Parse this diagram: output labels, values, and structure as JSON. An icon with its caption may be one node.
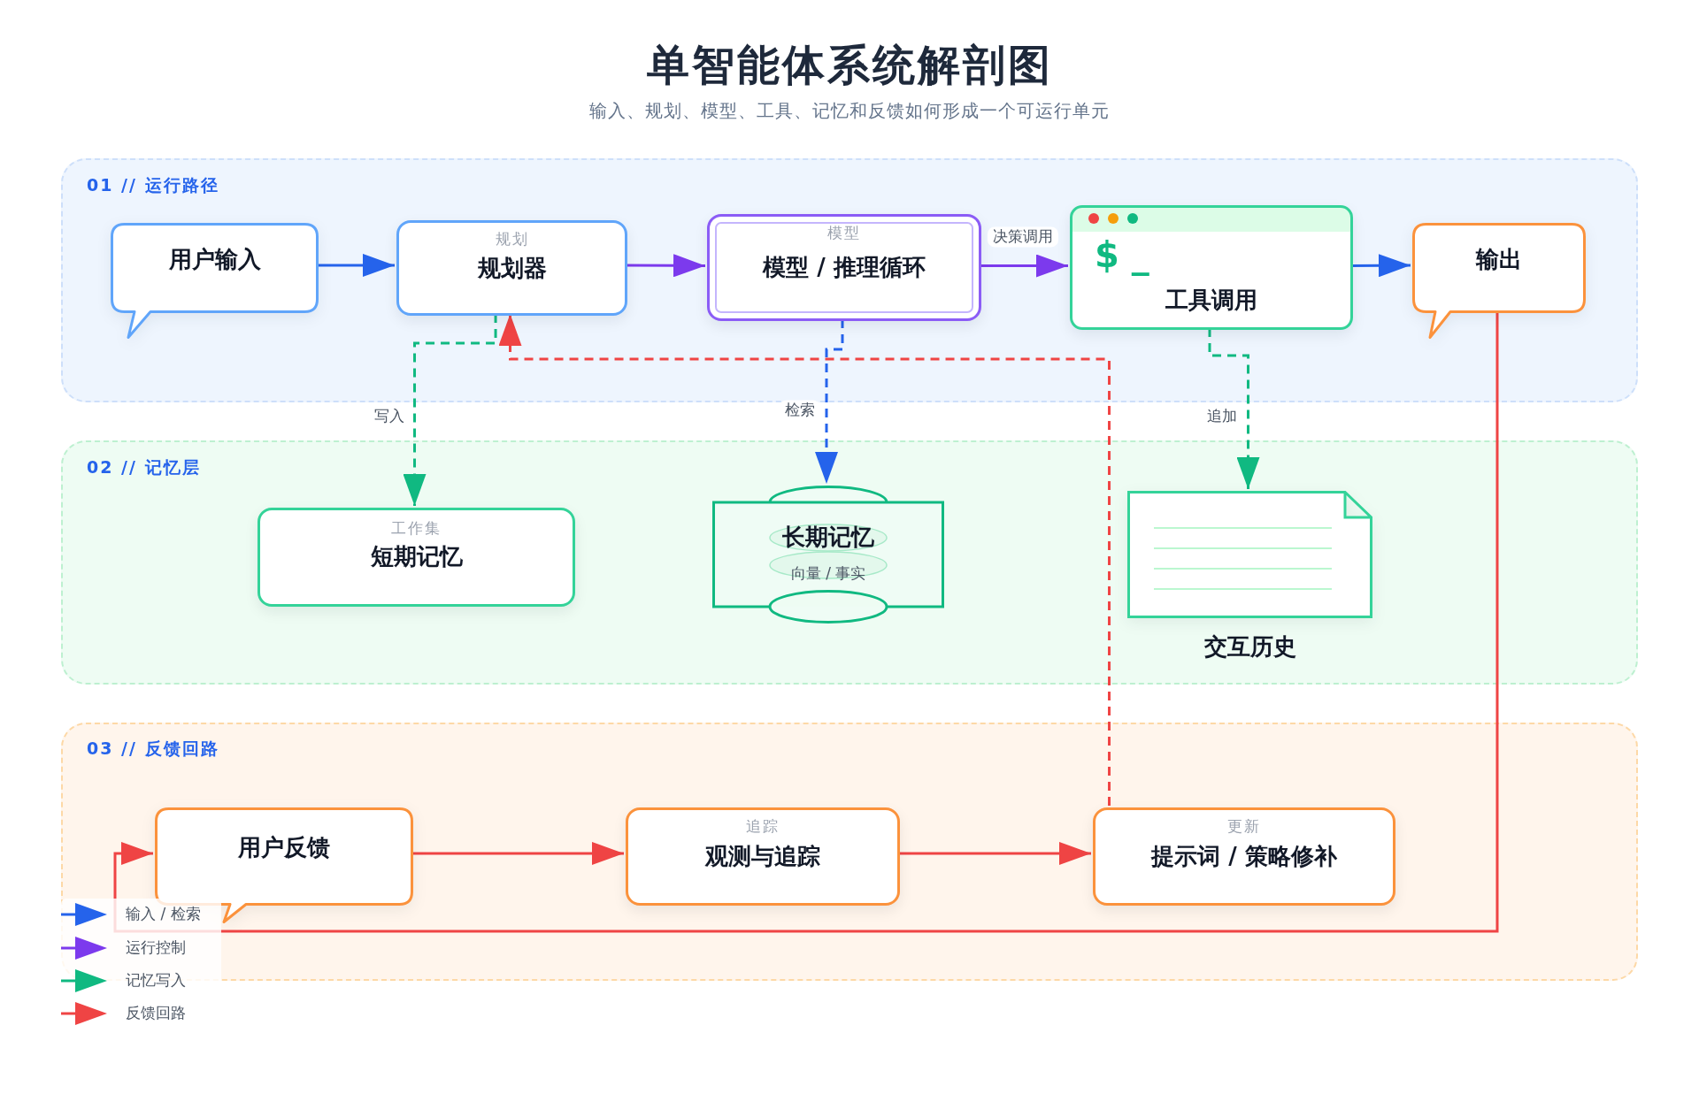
{
  "diagram": {
    "title": "单智能体系统解剖图",
    "nodes": [
      {
        "text": [
          "01 // 运行路径"
        ]
      },
      {
        "text": [
          "用户输入"
        ],
        "in": 0
      },
      {
        "text": [
          "规划",
          "规划器"
        ],
        "in": 0
      },
      {
        "text": [
          "模型",
          "模型 / 推理循环"
        ],
        "in": 0
      },
      {
        "text": [
          "$ _",
          "工具调用"
        ],
        "in": 0
      },
      {
        "text": [
          "输出"
        ],
        "in": 0
      },
      {
        "text": [
          "02 // 记忆层"
        ]
      },
      {
        "text": [
          "工作集",
          "短期记忆"
        ],
        "in": 6
      },
      {
        "text": [
          "长期记忆",
          "向量 / 事实"
        ],
        "in": 6
      },
      {
        "text": [
          "交互历史"
        ],
        "in": 6
      },
      {
        "text": [
          "03 // 反馈回路"
        ]
      },
      {
        "text": [
          "用户反馈"
        ],
        "in": 10
      },
      {
        "text": [
          "追踪",
          "观测与追踪"
        ],
        "in": 10
      },
      {
        "text": [
          "更新",
          "提示词 / 策略修补"
        ],
        "in": 10
      }
    ],
    "edges": [
      {
        "from": 1,
        "to": 2,
        "arrow": "to",
        "color": "#2563eb"
      },
      {
        "from": 2,
        "to": 3,
        "arrow": "to",
        "color": "#7c3aed"
      },
      {
        "from": 3,
        "to": 4,
        "arrow": "to",
        "label": "决策调用",
        "color": "#7c3aed"
      },
      {
        "from": 4,
        "to": 5,
        "arrow": "to",
        "color": "#2563eb"
      },
      {
        "from": 2,
        "to": 7,
        "arrow": "to",
        "label": "写入",
        "style": "dashed",
        "color": "#10b981"
      },
      {
        "from": 3,
        "to": 8,
        "arrow": "to",
        "label": "检索",
        "style": "dashed",
        "color": "#2563eb"
      },
      {
        "from": 4,
        "to": 9,
        "arrow": "to",
        "label": "追加",
        "style": "dashed",
        "color": "#10b981"
      },
      {
        "from": 5,
        "to": 11,
        "arrow": "to"
      },
      {
        "from": 11,
        "to": 12,
        "arrow": "to"
      },
      {
        "from": 12,
        "to": 13,
        "arrow": "to"
      },
      {
        "from": 13,
        "to": 2,
        "arrow": "to",
        "style": "dashed"
      }
    ],
    "labels": [
      "输入、规划、模型、工具、记忆和反馈如何形成一个可运行单元"
    ],
    "legend": [
      {
        "text": "输入 / 检索"
      },
      {
        "text": "运行控制"
      },
      {
        "text": "记忆写入"
      },
      {
        "text": "反馈回路"
      }
    ]
  }
}
